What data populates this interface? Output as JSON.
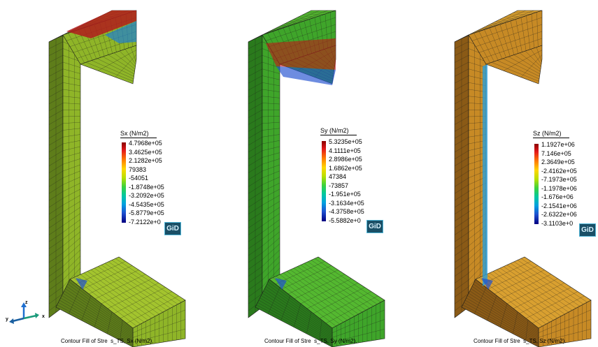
{
  "panels": [
    {
      "id": "sx",
      "title": "Sx (N/m2)",
      "values": [
        "4.7968e+05",
        "3.4625e+05",
        "2.1282e+05",
        "79383",
        "-54051",
        "-1.8748e+05",
        "-3.2092e+05",
        "-4.5435e+05",
        "-5.8779e+05",
        "-7.2122e+0"
      ],
      "caption": "Contour Fill of Stre  s_TS, Sx (N/m2).",
      "colors": {
        "main": "#8fb528",
        "dark": "#5e7d1a",
        "top": "#a3c42e",
        "hot": "#b01c1c",
        "cold": "#1e7fd0"
      }
    },
    {
      "id": "sy",
      "title": "Sy (N/m2)",
      "values": [
        "5.3235e+05",
        "4.1111e+05",
        "2.8986e+05",
        "1.6862e+05",
        "47384",
        "-73857",
        "-1.951e+05",
        "-3.1634e+05",
        "-4.3758e+05",
        "-5.5882e+0"
      ],
      "caption": "Contour Fill of Stre  s_TS, Sy (N/m2).",
      "colors": {
        "main": "#3fa52a",
        "dark": "#2a7a1c",
        "top": "#54b830",
        "hot": "#c01818",
        "cold": "#1e4fd0"
      }
    },
    {
      "id": "sz",
      "title": "Sz (N/m2)",
      "values": [
        "1.1927e+06",
        "7.146e+05",
        "2.3649e+05",
        "-2.4162e+05",
        "-7.1973e+05",
        "-1.1978e+06",
        "-1.676e+06",
        "-2.1541e+06",
        "-2.6322e+06",
        "-3.1103e+0"
      ],
      "caption": "Contour Fill of Stre  s_TS, Sz (N/m2).",
      "colors": {
        "main": "#c78a25",
        "dark": "#8a5a16",
        "top": "#d9a030",
        "hot": "#7a2a10",
        "cold": "#2a9fd8"
      }
    }
  ],
  "logo_text": "GiD",
  "axes": {
    "x": "x",
    "y": "y",
    "z": "z"
  }
}
